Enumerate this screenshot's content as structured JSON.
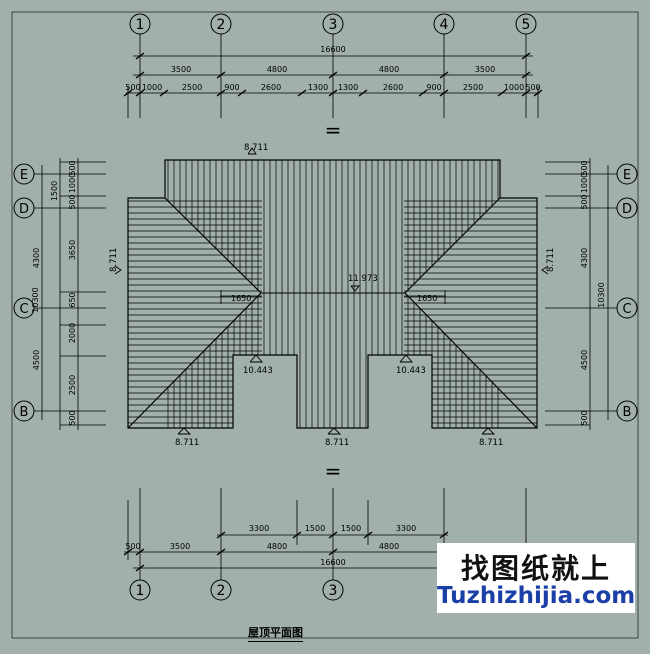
{
  "drawing_title": "屋顶平面图",
  "axes_x": [
    "1",
    "2",
    "3",
    "4",
    "5"
  ],
  "axes_y": [
    "E",
    "D",
    "C",
    "B"
  ],
  "top_dims": {
    "overall": "16600",
    "row2": [
      "3500",
      "4800",
      "4800",
      "3500"
    ],
    "row3": [
      "500",
      "1000",
      "2500",
      "900",
      "2600",
      "1300",
      "1300",
      "2600",
      "900",
      "2500",
      "1000",
      "500"
    ]
  },
  "bottom_dims": {
    "row1": [
      "3300",
      "1500",
      "1500",
      "3300"
    ],
    "row2": [
      "500",
      "3500",
      "4800",
      "4800"
    ],
    "overall": "16600"
  },
  "left_dims": {
    "segments": [
      "500",
      "1000",
      "1500",
      "500",
      "3650",
      "650",
      "2000",
      "2500",
      "500"
    ],
    "groups": [
      "4300",
      "4500"
    ],
    "overall": "10300"
  },
  "right_dims": {
    "segments": [
      "500",
      "1000",
      "500",
      "500"
    ],
    "groups": [
      "4300",
      "4500"
    ],
    "overall": "10300"
  },
  "elevations": {
    "top": "8.711",
    "ridge": "11.973",
    "left": "8.711",
    "right": "8.711",
    "notch_left": "10.443",
    "notch_right": "10.443",
    "bottom_left": "8.711",
    "bottom_mid": "8.711",
    "bottom_right": "8.711"
  },
  "hip_dims": {
    "left": "1650",
    "right": "1650"
  },
  "equal_mark": "=",
  "watermark": {
    "cn": "找图纸就上",
    "en": "Tuzhizhijia.com"
  },
  "colors": {
    "background": "#a1afad",
    "lines": "#000000",
    "watermark_text": "#1a3fa6"
  }
}
